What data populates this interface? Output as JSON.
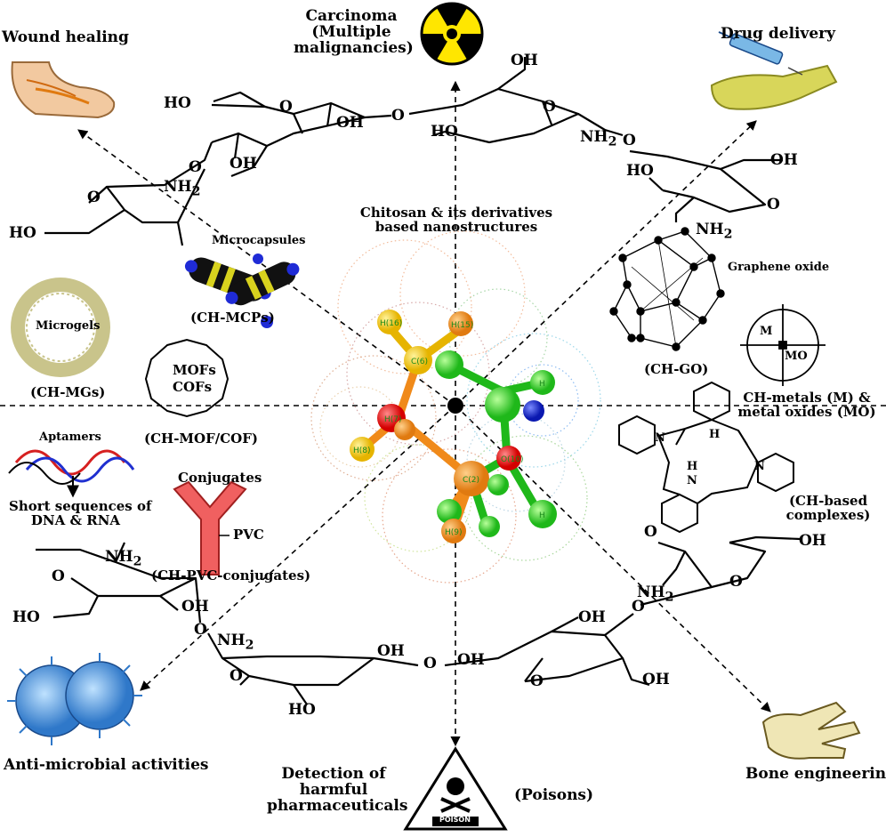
{
  "center": {
    "title_line1": "Chitosan & its derivatives",
    "title_line2": "based nanostructures",
    "atom_labels": [
      "H(16)",
      "H(15)",
      "C(6)",
      "H(7)",
      "O(10)",
      "H(8)",
      "C(2)",
      "H(9)",
      "H",
      "H"
    ]
  },
  "applications": {
    "wound_healing": "Wound healing",
    "carcinoma_line1": "Carcinoma",
    "carcinoma_line2": "(Multiple",
    "carcinoma_line3": "malignancies)",
    "drug_delivery": "Drug delivery",
    "anti_microbial": "Anti-microbial activities",
    "detection_line1": "Detection of",
    "detection_line2": "harmful",
    "detection_line3": "pharmaceuticals",
    "poisons": "(Poisons)",
    "poison_sign": "POISON",
    "bone_engineering": "Bone engineering"
  },
  "nanostructures": {
    "microcapsules": "Microcapsules",
    "ch_mcps": "(CH-MCPs)",
    "microgels": "Microgels",
    "ch_mgs": "(CH-MGs)",
    "mofs": "MOFs",
    "cofs": "COFs",
    "ch_mof_cof": "(CH-MOF/COF)",
    "aptamers": "Aptamers",
    "short_seq_line1": "Short sequences of",
    "short_seq_line2": "DNA & RNA",
    "conjugates": "Conjugates",
    "pvc": "PVC",
    "ch_pvc": "(CH-PVC-conjugates)",
    "graphene_oxide": "Graphene oxide",
    "ch_go": "(CH-GO)",
    "m": "M",
    "mo": "MO",
    "ch_metals_line1": "CH-metals (M) &",
    "ch_metals_line2": "metal oxides (MO)",
    "ch_based_line1": "(CH-based",
    "ch_based_line2": "complexes)",
    "porphyrin_n1": "N",
    "porphyrin_nh1": "H",
    "porphyrin_n2": "N",
    "porphyrin_n3": "N",
    "porphyrin_nh2": "H"
  },
  "chemistry": {
    "ho_1": "HO",
    "o_1": "O",
    "oh_1": "OH",
    "o_link_1": "O",
    "oh_2": "OH",
    "ho_2": "HO",
    "o_2": "O",
    "nh2_1": "NH",
    "o_link_2": "O",
    "ho_3": "HO",
    "oh_3": "OH",
    "o_3": "O",
    "nh2_2": "NH",
    "o_4": "O",
    "nh2_3": "NH",
    "ho_4": "HO",
    "o_link_3": "O",
    "nh2_4": "NH",
    "oh_4": "OH",
    "o_5": "O",
    "ho_5": "HO",
    "oh_5": "OH",
    "o_link_4": "O",
    "oh_6": "OH",
    "o_6": "O",
    "oh_7": "OH",
    "o_7": "O",
    "nh2_5": "NH",
    "o_8": "O",
    "oh_8": "OH",
    "nh2_6": "NH",
    "o_9": "O",
    "oh_9": "OH",
    "ho_6": "HO",
    "subscript_2": "2"
  },
  "colors": {
    "microgel": "#c9c48b",
    "capsule_blue": "#1f2bd6",
    "capsule_yellow": "#d8d21e",
    "conjugate_red": "#f06060",
    "bone": "#efe6b5",
    "microbe_blue": "#2f78c9",
    "radiation_yellow": "#ffe600",
    "hand_yellow": "#d8d65a",
    "foot": "#f2c9a0",
    "dna_red": "#d62020",
    "dna_blue": "#2030d0"
  }
}
